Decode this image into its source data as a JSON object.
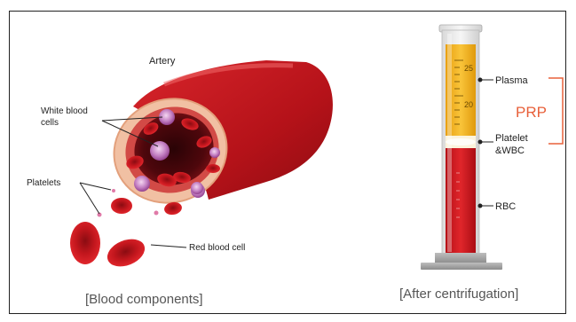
{
  "left_panel": {
    "labels": {
      "artery": "Artery",
      "white_blood_cells_line1": "White blood",
      "white_blood_cells_line2": "cells",
      "platelets": "Platelets",
      "red_blood_cell": "Red blood cell"
    },
    "caption": "[Blood components]"
  },
  "right_panel": {
    "tube_marks": {
      "mark_upper": "25",
      "mark_lower": "20"
    },
    "labels": {
      "plasma": "Plasma",
      "platelet_line1": "Platelet",
      "platelet_line2": "&WBC",
      "rbc": "RBC",
      "prp": "PRP"
    },
    "caption": "[After centrifugation]"
  },
  "colors": {
    "artery_red": "#c0141c",
    "plasma_yellow": "#f2b21a",
    "rbc_red": "#d11a1f",
    "prp_orange": "#e8603a",
    "wbc_purple": "#a056a8"
  }
}
